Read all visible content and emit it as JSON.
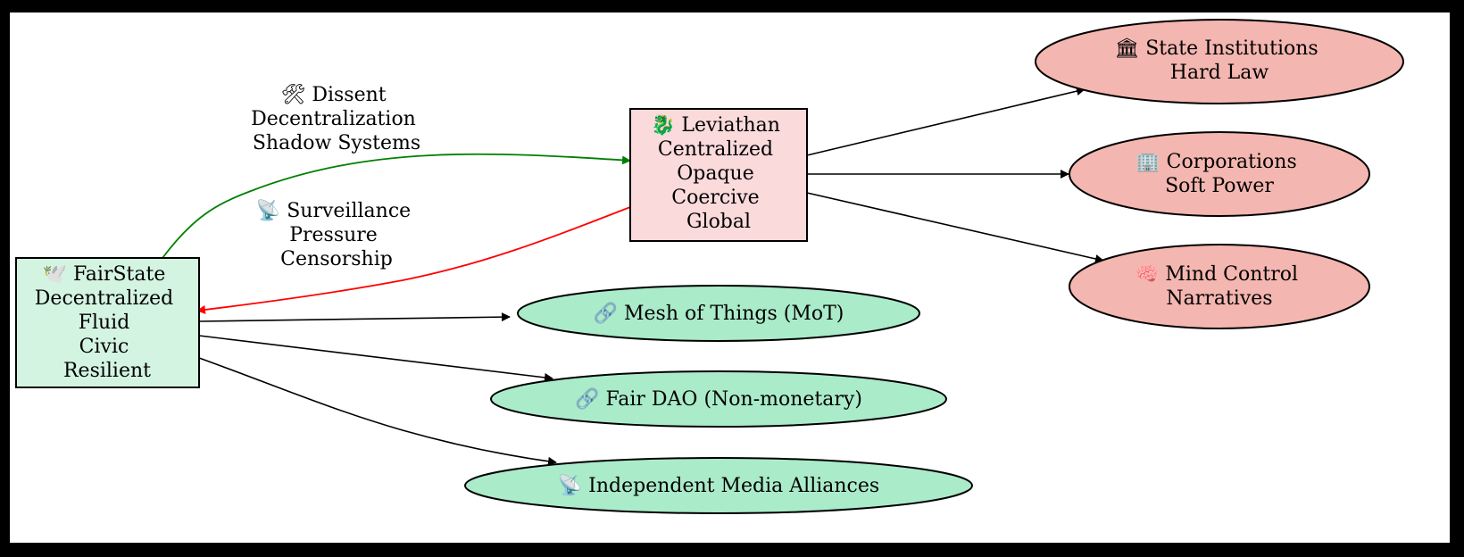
{
  "nodes": {
    "fairstate": {
      "label": [
        "🕊️ FairState",
        "Decentralized",
        "Fluid",
        "Civic",
        "Resilient"
      ],
      "fill": "#d4f4e2"
    },
    "leviathan": {
      "label": [
        "🐉 Leviathan",
        "Centralized",
        "Opaque",
        "Coercive",
        "Global"
      ],
      "fill": "#fadadb"
    },
    "state_institutions": {
      "label": [
        "🏛 State Institutions",
        "Hard Law"
      ],
      "fill": "#f4b6b0"
    },
    "corporations": {
      "label": [
        "🏢 Corporations",
        "Soft Power"
      ],
      "fill": "#f4b6b0"
    },
    "mind_control": {
      "label": [
        "🧠 Mind Control",
        "Narratives"
      ],
      "fill": "#f4b6b0"
    },
    "mesh": {
      "label": [
        "🔗 Mesh of Things (MoT)"
      ],
      "fill": "#aaebc9"
    },
    "fair_dao": {
      "label": [
        "🔗 Fair DAO (Non-monetary)"
      ],
      "fill": "#aaebc9"
    },
    "media": {
      "label": [
        "📡 Independent Media Alliances"
      ],
      "fill": "#aaebc9"
    }
  },
  "edges": {
    "dissent": {
      "label": [
        "🛠 Dissent",
        "Decentralization",
        "Shadow Systems"
      ],
      "color": "#008000"
    },
    "surveillance": {
      "label": [
        "📡 Surveillance",
        "Pressure",
        "Censorship"
      ],
      "color": "#ff0000"
    }
  }
}
